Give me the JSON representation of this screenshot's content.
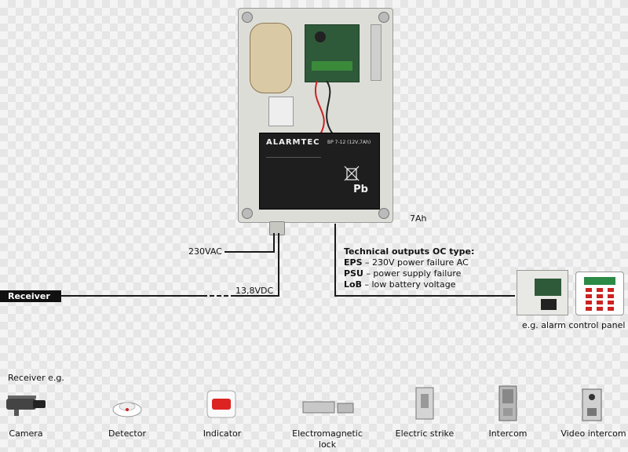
{
  "battery": {
    "capacity_label": "7Ah",
    "brand": "ALARMTEC",
    "model": "BP 7-12 (12V,7Ah)",
    "chem": "Pb"
  },
  "labels": {
    "mains": "230VAC",
    "dc": "13,8VDC",
    "receiver": "Receiver"
  },
  "technical": {
    "title": "Technical outputs OC type:",
    "items": [
      {
        "code": "EPS",
        "desc": " – 230V power failure AC"
      },
      {
        "code": "PSU",
        "desc": " – power supply failure"
      },
      {
        "code": "LoB",
        "desc": " – low battery voltage"
      }
    ]
  },
  "panel_caption": "e.g. alarm control panel",
  "receivers_title": "Receiver e.g.",
  "devices": [
    {
      "name": "Camera",
      "icon": "camera-icon"
    },
    {
      "name": "Detector",
      "icon": "detector-icon"
    },
    {
      "name": "Indicator",
      "icon": "indicator-icon"
    },
    {
      "name": "Electromagnetic lock",
      "icon": "electromagnetic-lock-icon"
    },
    {
      "name": "Electric strike",
      "icon": "electric-strike-icon"
    },
    {
      "name": "Intercom",
      "icon": "intercom-icon"
    },
    {
      "name": "Video intercom",
      "icon": "video-intercom-icon"
    }
  ]
}
